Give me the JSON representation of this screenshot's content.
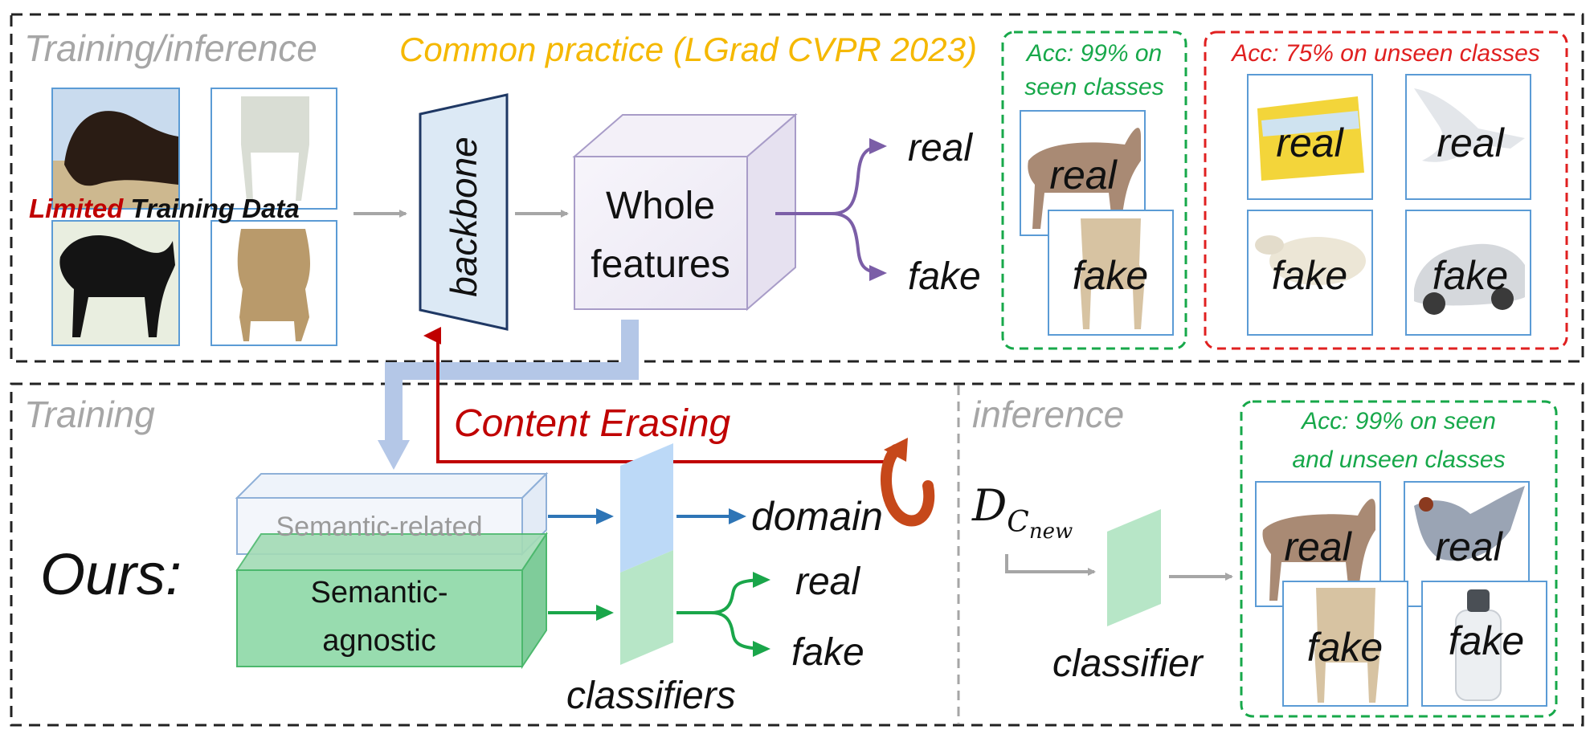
{
  "top_panel": {
    "title_gray": "Training/inference",
    "title_orange": "Common practice (LGrad CVPR 2023)",
    "training_data_limited": "Limited",
    "training_data_rest": " Training Data",
    "backbone_label": "backbone",
    "features_line1": "Whole",
    "features_line2": "features",
    "out_real": "real",
    "out_fake": "fake",
    "seen_acc_line1": "Acc: 99% on",
    "seen_acc_line2": "seen classes",
    "seen_real": "real",
    "seen_fake": "fake",
    "unseen_acc": "Acc: 75% on unseen classes",
    "unseen_labels": [
      "real",
      "real",
      "fake",
      "fake"
    ]
  },
  "bottom_left": {
    "title": "Training",
    "ours": "Ours:",
    "content_erasing": "Content Erasing",
    "semantic_related": "Semantic-related",
    "semantic_agnostic_line1": "Semantic-",
    "semantic_agnostic_line2": "agnostic",
    "domain": "domain",
    "real": "real",
    "fake": "fake",
    "classifiers": "classifiers"
  },
  "bottom_right": {
    "title": "inference",
    "d_main": "D",
    "d_sub": "C",
    "d_subsub": "new",
    "classifier": "classifier",
    "acc_line1": "Acc: 99% on seen",
    "acc_line2": "and unseen classes",
    "labels": [
      "real",
      "real",
      "fake",
      "fake"
    ]
  },
  "colors": {
    "gray_text": "#a6a6a6",
    "orange": "#f5b800",
    "green_acc": "#17a84a",
    "red_acc": "#e02020",
    "dark_red": "#c00000",
    "purple_arrow": "#7b5ea7",
    "blue_arrow": "#2e75b6",
    "green_arrow": "#1aa64a",
    "light_blue_arrow": "#b4c7e7"
  }
}
